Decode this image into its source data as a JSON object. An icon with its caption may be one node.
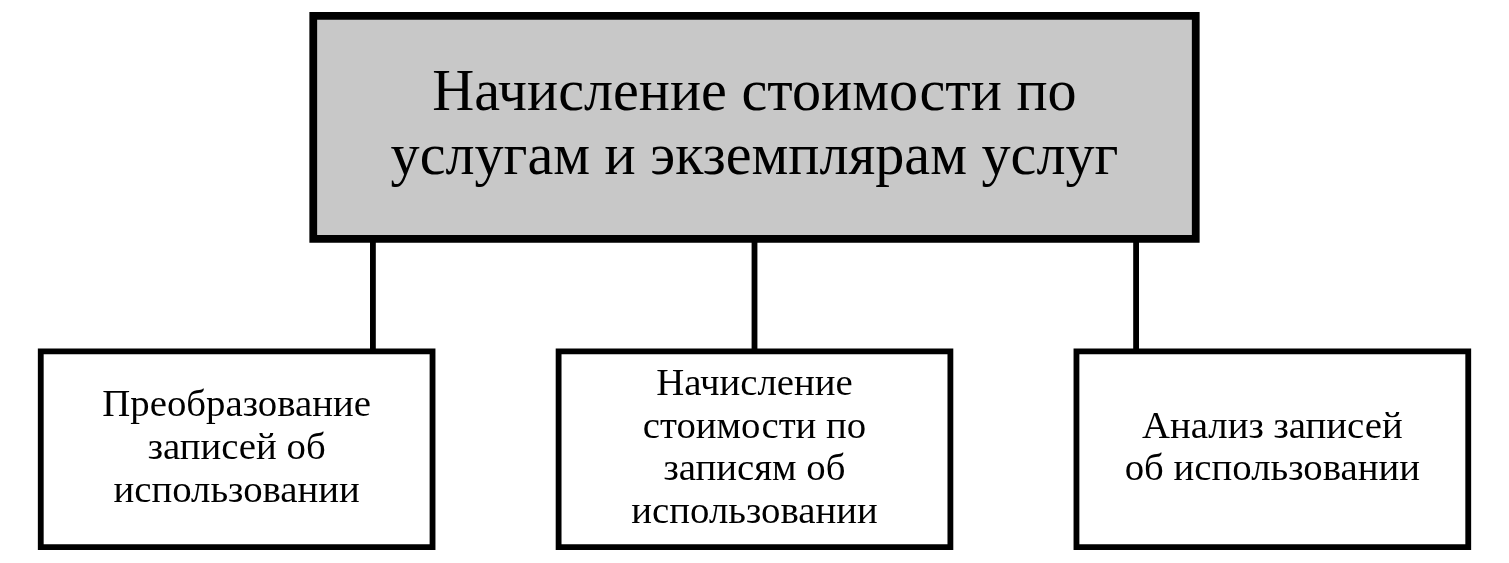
{
  "diagram": {
    "nodes": [
      {
        "text": [
          "Начисление стоимости по услугам и экземплярам услуг"
        ]
      },
      {
        "text": [
          "Преобразование записей об использовании"
        ]
      },
      {
        "text": [
          "Начисление стоимости по записям об использовании"
        ]
      },
      {
        "text": [
          "Анализ записей об использовании"
        ]
      }
    ],
    "edges": [
      {
        "from": 0,
        "to": 1,
        "arrow": "none"
      },
      {
        "from": 0,
        "to": 2,
        "arrow": "none"
      },
      {
        "from": 0,
        "to": 3,
        "arrow": "none"
      }
    ]
  }
}
